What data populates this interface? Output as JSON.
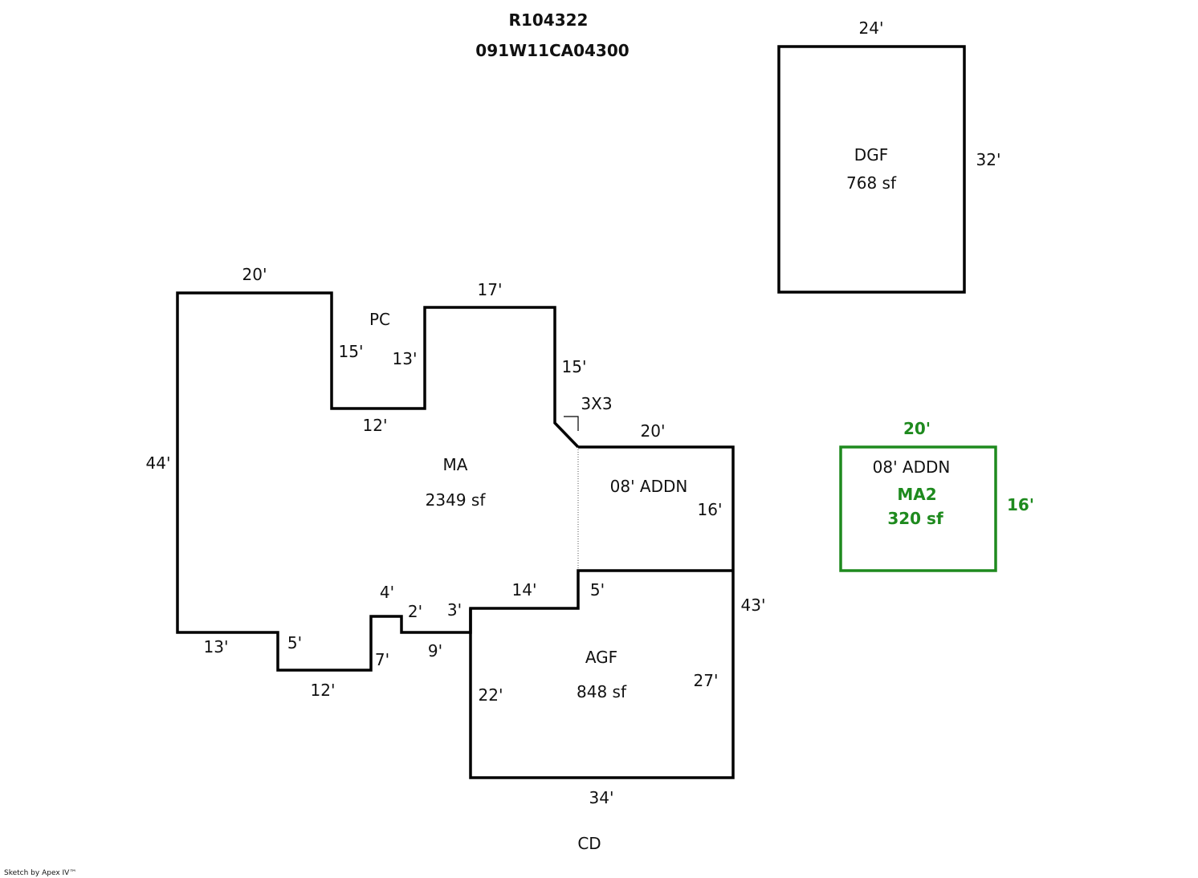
{
  "header": {
    "record_id": "R104322",
    "map_tax_lot": "091W11CA04300"
  },
  "areas": {
    "ma": {
      "code": "MA",
      "area": "2349 sf"
    },
    "pc": {
      "code": "PC"
    },
    "addn": {
      "code": "08' ADDN"
    },
    "agf": {
      "code": "AGF",
      "area": "848 sf"
    },
    "dgf": {
      "code": "DGF",
      "area": "768 sf"
    },
    "ma2": {
      "code": "08' ADDN",
      "code2": "MA2",
      "area": "320 sf"
    },
    "chimney": {
      "code": "3X3"
    }
  },
  "dimensions": {
    "ma_top_left": "20'",
    "pc_left": "15'",
    "pc_right": "13'",
    "ma_top_right": "17'",
    "ma_right_upper": "15'",
    "pc_bottom": "12'",
    "ma_left": "44'",
    "addn_top": "20'",
    "addn_right": "16'",
    "agf_step": "5'",
    "agf_top": "14'",
    "step_4": "4'",
    "step_2": "2'",
    "step_3": "3'",
    "step_9": "9'",
    "ma_bottom_left": "13'",
    "step_5": "5'",
    "step_7": "7'",
    "ma_bottom_mid": "12'",
    "agf_left": "22'",
    "agf_right": "27'",
    "east_wall": "43'",
    "agf_bottom": "34'",
    "dgf_top": "24'",
    "dgf_right": "32'",
    "ma2_top": "20'",
    "ma2_right": "16'"
  },
  "footer": {
    "code": "CD",
    "credit": "Sketch by Apex IV™"
  },
  "colors": {
    "outline": "#000000",
    "new_addition": "#1e8a1e"
  }
}
